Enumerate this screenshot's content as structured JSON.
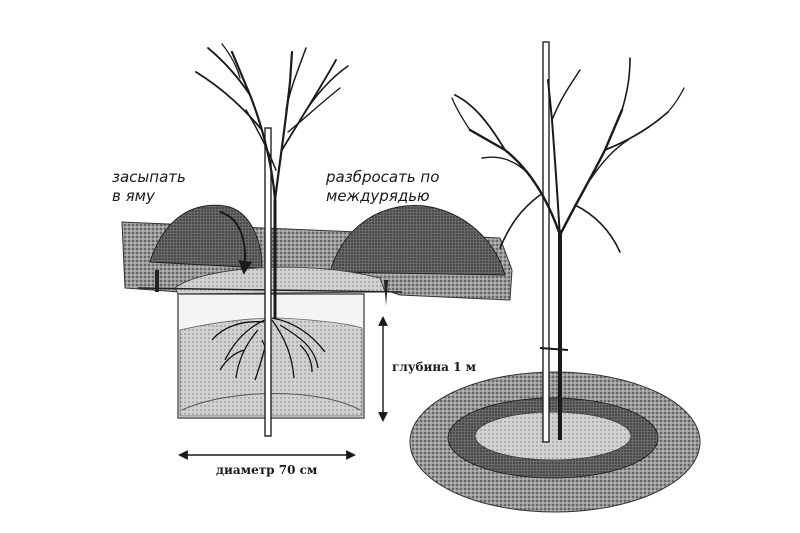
{
  "labels": {
    "fill_pit": [
      "засыпать",
      "в яму"
    ],
    "spread": [
      "разбросать по",
      "междурядью"
    ],
    "depth": "глубина 1 м",
    "diameter": "диаметр 70 см"
  },
  "colors": {
    "ink": "#1a1a1a",
    "soil": "#8a8a8a",
    "soil_light": "#c4c4c4",
    "background": "#ffffff"
  }
}
